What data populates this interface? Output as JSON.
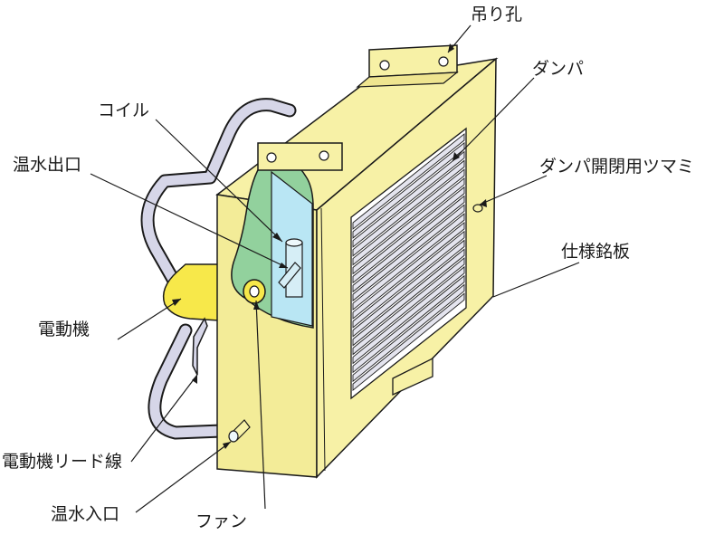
{
  "labels": {
    "hanging_hole": "吊り孔",
    "damper": "ダンパ",
    "coil": "コイル",
    "hot_water_outlet": "温水出口",
    "damper_knob": "ダンパ開閉用ツマミ",
    "nameplate": "仕様銘板",
    "motor": "電動機",
    "motor_lead": "電動機リード線",
    "hot_water_inlet": "温水入口",
    "fan": "ファン"
  },
  "colors": {
    "casing": "#f7f1a6",
    "casing_side": "#f3ec98",
    "motor": "#f7e84a",
    "coil": "#b9e6f4",
    "cutaway_green": "#92d19d",
    "frame": "#d6d6e8",
    "louver": "#ffffff",
    "line": "#1a1a1a"
  }
}
